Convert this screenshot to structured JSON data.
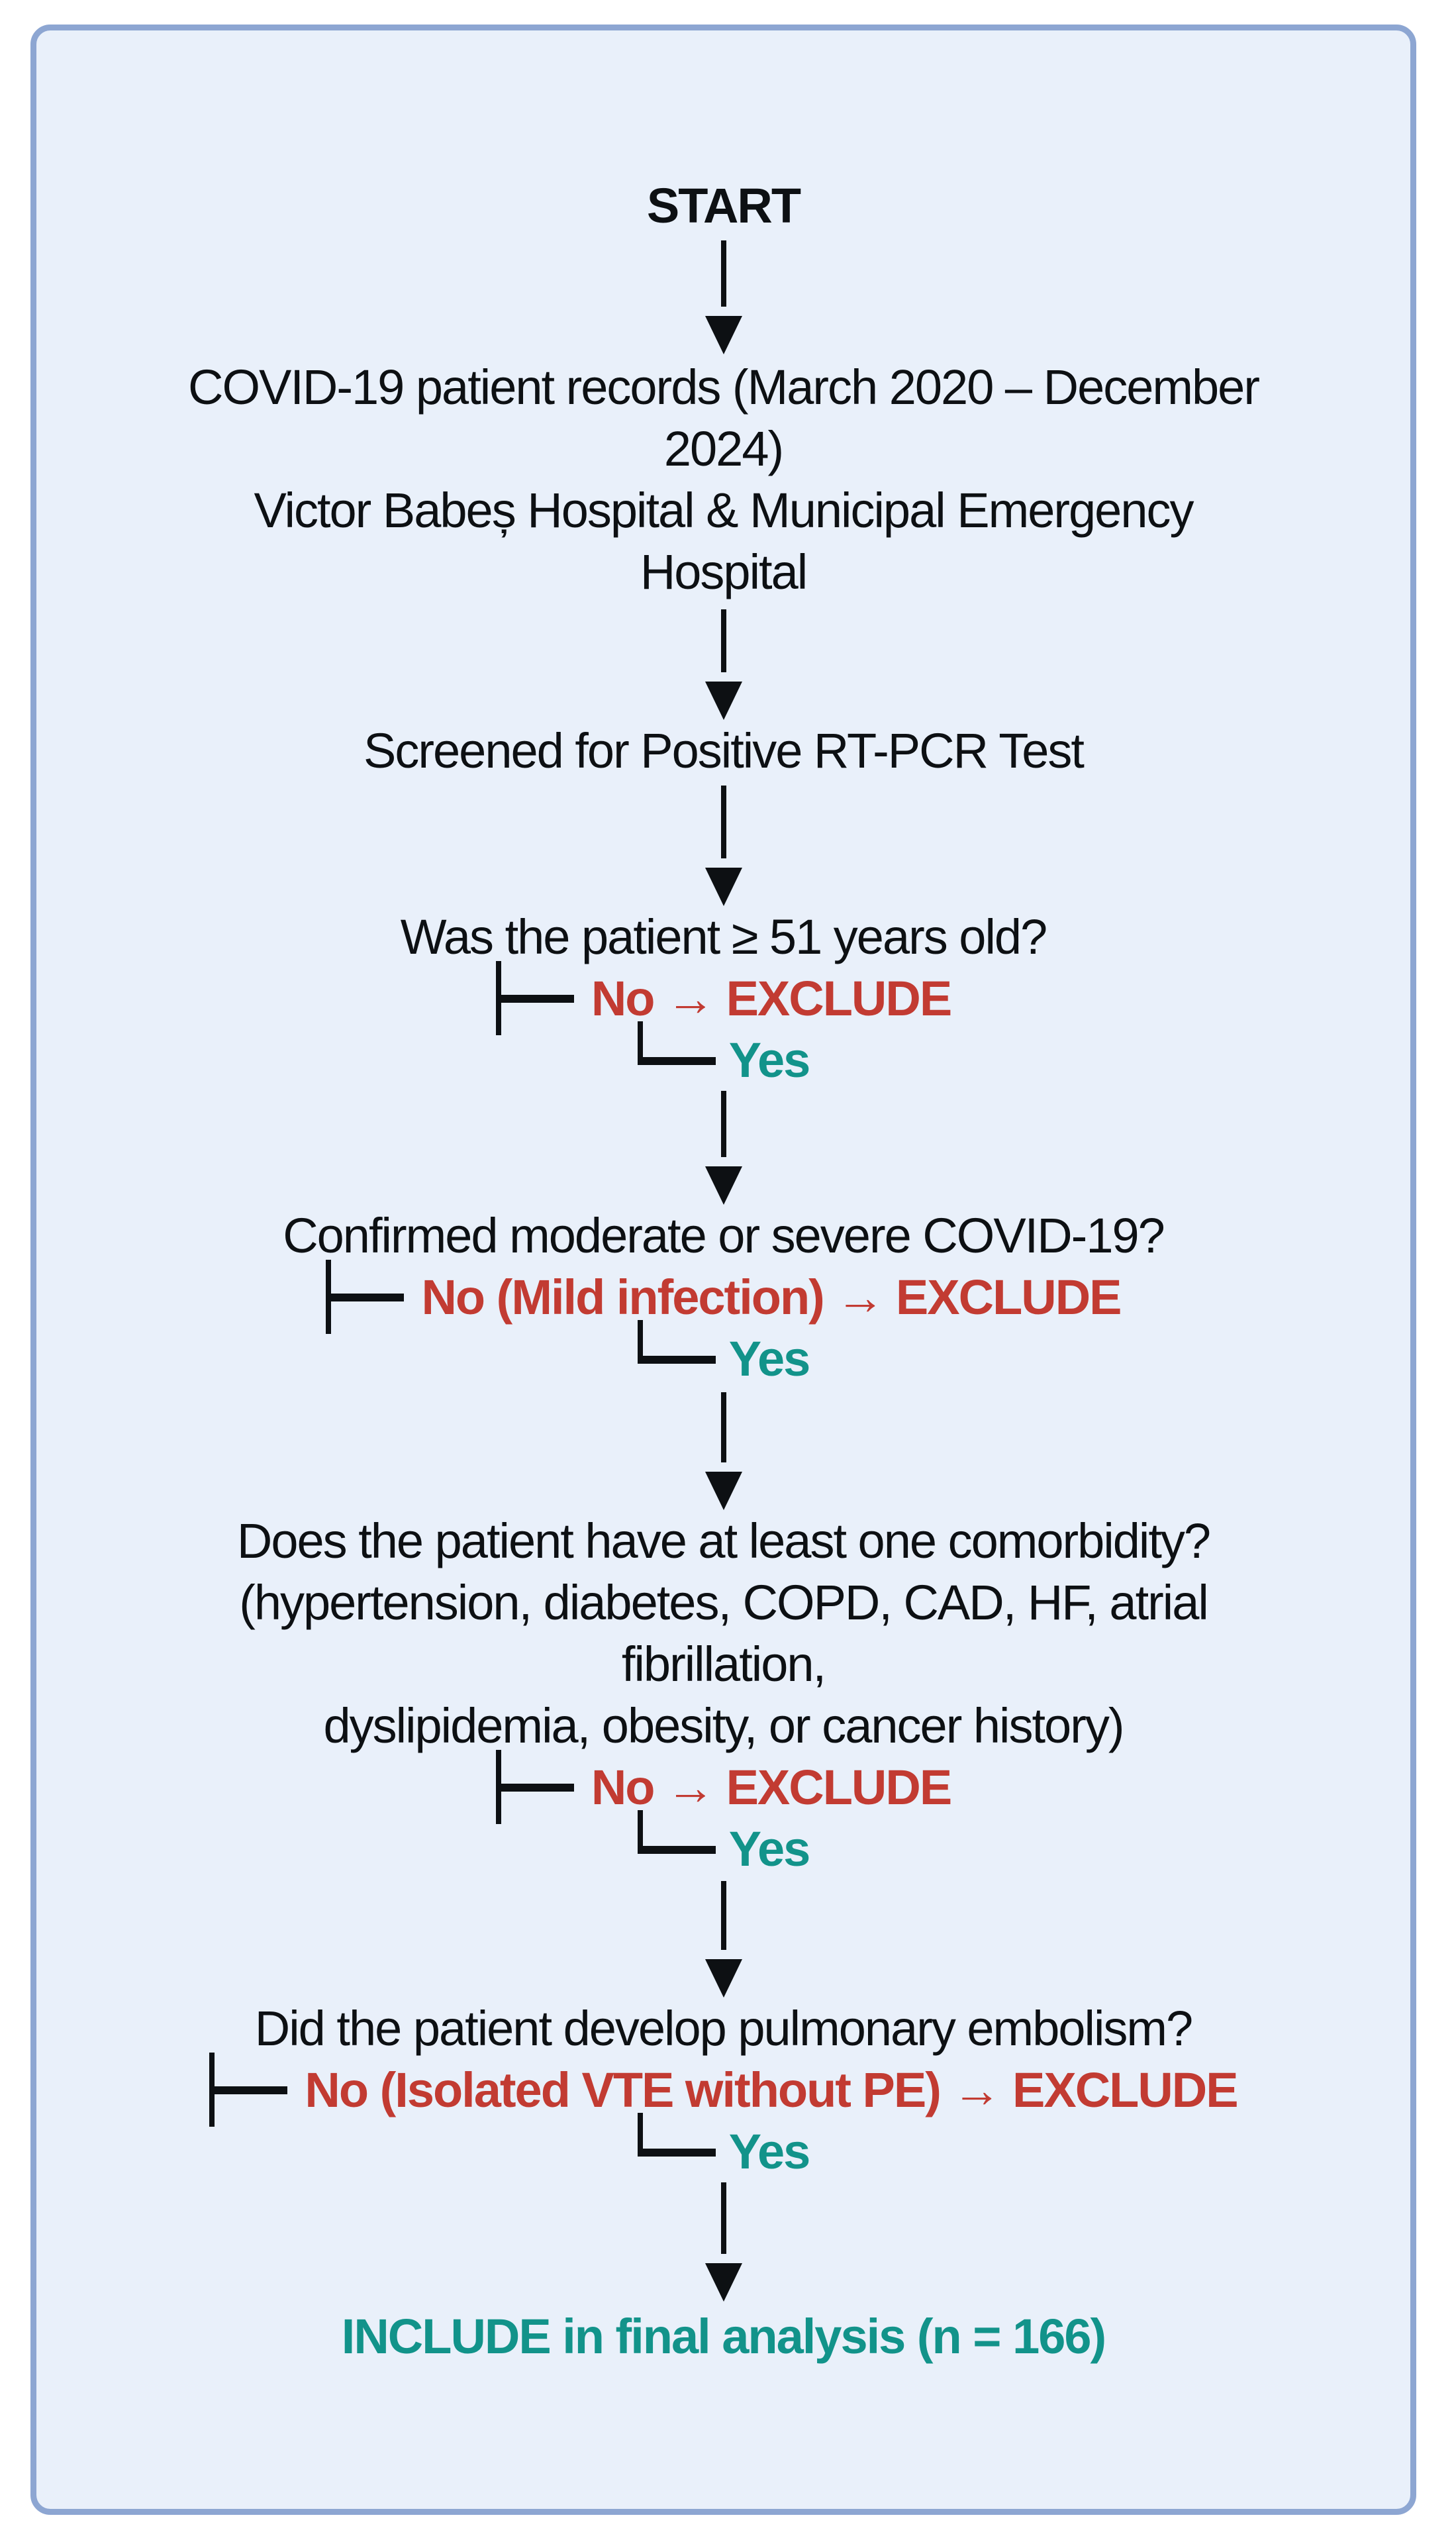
{
  "colors": {
    "page_bg": "#ffffff",
    "panel_bg": "#e9f0fa",
    "panel_border": "#8da6d2",
    "ink": "#0d1013",
    "exclude_red": "#c23b32",
    "include_teal": "#12938a"
  },
  "icons": {
    "arrow_down": "solid black downward triangle with stem",
    "branch_tee": "tree tee connector (vertical bar with right tick)",
    "branch_elbow": "tree elbow connector (corner to the right)"
  },
  "nodes": {
    "start": "START",
    "records_line1": "COVID-19 patient records (March 2020 – December",
    "records_line2": "2024)",
    "records_line3": "Victor Babeș Hospital & Municipal Emergency",
    "records_line4": "Hospital",
    "screened": "Screened for Positive RT-PCR Test",
    "q_age": "Was the patient ≥ 51 years old?",
    "q_age_no": "No → EXCLUDE",
    "q_age_yes": "Yes",
    "q_severity": "Confirmed moderate or severe COVID-19?",
    "q_severity_no": "No (Mild infection) → EXCLUDE",
    "q_severity_yes": "Yes",
    "q_comorbidity_line1": "Does the patient have at least one comorbidity?",
    "q_comorbidity_line2": "(hypertension, diabetes, COPD, CAD, HF, atrial",
    "q_comorbidity_line3": "fibrillation,",
    "q_comorbidity_line4": "dyslipidemia, obesity, or cancer history)",
    "q_comorbidity_no": "No → EXCLUDE",
    "q_comorbidity_yes": "Yes",
    "q_pe": "Did the patient develop pulmonary embolism?",
    "q_pe_no": "No (Isolated VTE without PE) → EXCLUDE",
    "q_pe_yes": "Yes",
    "include_final": "INCLUDE in final analysis (n = 166)"
  }
}
